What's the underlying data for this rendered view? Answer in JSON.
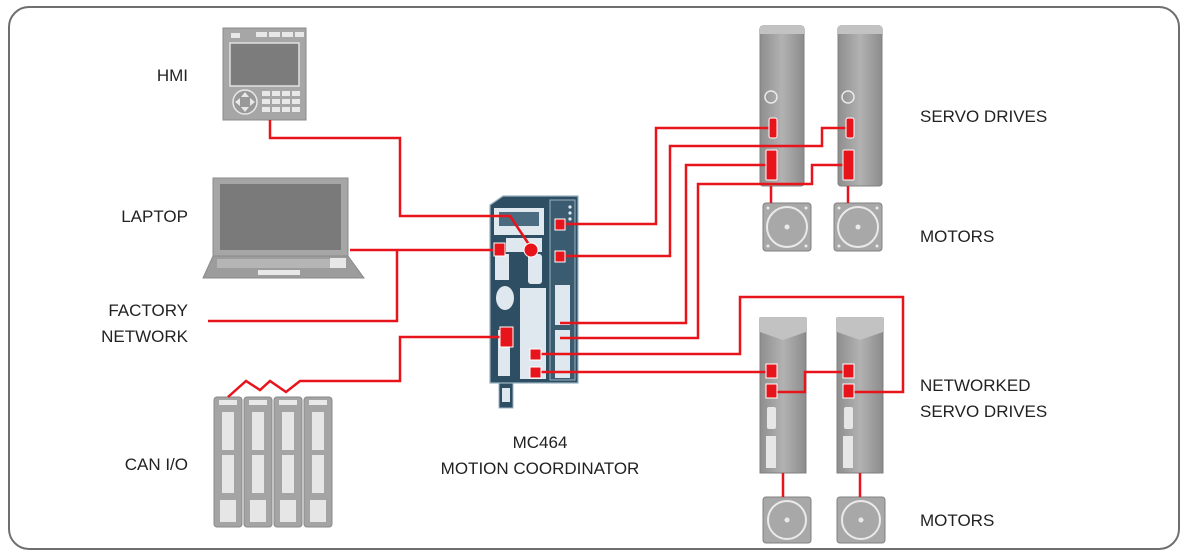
{
  "labels": {
    "hmi": "HMI",
    "laptop": "LAPTOP",
    "factory_network": [
      "FACTORY",
      "NETWORK"
    ],
    "can_io": "CAN I/O",
    "controller": [
      "MC464",
      "MOTION COORDINATOR"
    ],
    "servo_drives": "SERVO DRIVES",
    "motors_top": "MOTORS",
    "networked_servo_drives": [
      "NETWORKED",
      "SERVO DRIVES"
    ],
    "motors_bottom": "MOTORS"
  },
  "colors": {
    "cable": "#e8141b",
    "device": "#a0a0a0",
    "device_dark": "#7d7d7d",
    "controller": "#2e4e63",
    "frame": "#6f6f6f"
  }
}
